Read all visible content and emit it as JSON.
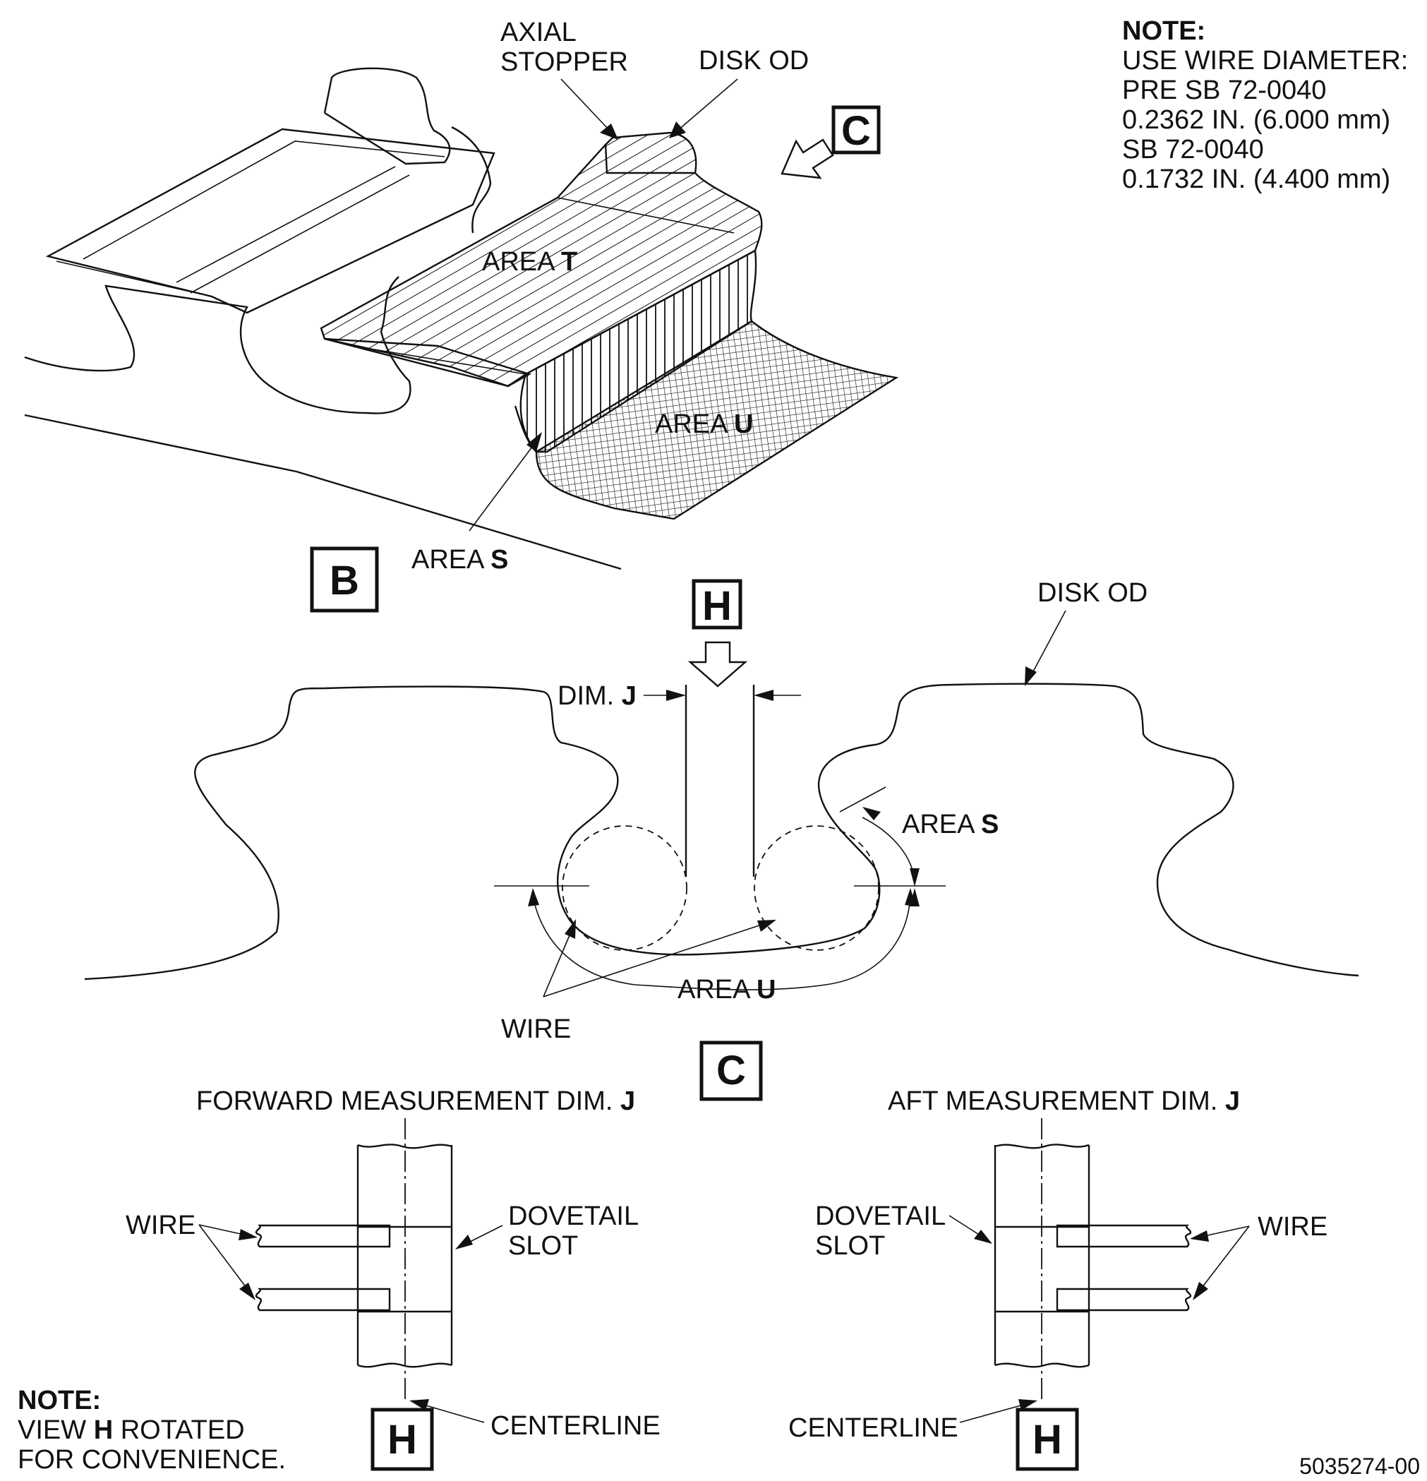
{
  "note_top": {
    "heading": "NOTE:",
    "lines": [
      "USE WIRE DIAMETER:",
      "PRE SB 72-0040",
      "0.2362 IN. (6.000 mm)",
      "SB 72-0040",
      "0.1732 IN. (4.400 mm)"
    ]
  },
  "view_b": {
    "box": "B",
    "axial_stopper_line1": "AXIAL",
    "axial_stopper_line2": "STOPPER",
    "disk_od": "DISK OD",
    "view_c_box": "C",
    "area_t": "AREA ",
    "area_t_letter": "T",
    "area_u": "AREA ",
    "area_u_letter": "U",
    "area_s": "AREA ",
    "area_s_letter": "S"
  },
  "view_c": {
    "box": "C",
    "view_h_box": "H",
    "disk_od": "DISK OD",
    "dim_j": "DIM. ",
    "dim_j_letter": "J",
    "area_s": "AREA ",
    "area_s_letter": "S",
    "area_u": "AREA ",
    "area_u_letter": "U",
    "wire": "WIRE"
  },
  "view_h_forward": {
    "title": "FORWARD MEASUREMENT DIM. ",
    "title_letter": "J",
    "wire": "WIRE",
    "dovetail_line1": "DOVETAIL",
    "dovetail_line2": "SLOT",
    "centerline": "CENTERLINE",
    "box": "H"
  },
  "view_h_aft": {
    "title": "AFT MEASUREMENT DIM. ",
    "title_letter": "J",
    "wire": "WIRE",
    "dovetail_line1": "DOVETAIL",
    "dovetail_line2": "SLOT",
    "centerline": "CENTERLINE",
    "box": "H"
  },
  "note_bottom": {
    "heading": "NOTE:",
    "line1_pre": "VIEW ",
    "line1_bold": "H",
    "line1_post": " ROTATED",
    "line2": "FOR CONVENIENCE."
  },
  "figure_number": "5035274-00"
}
